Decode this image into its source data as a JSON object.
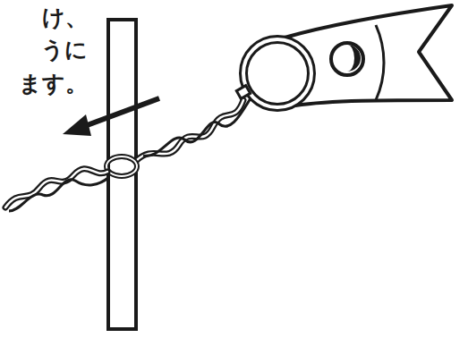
{
  "diagram": {
    "labels": [
      "け、",
      "うに",
      "ます。"
    ]
  }
}
